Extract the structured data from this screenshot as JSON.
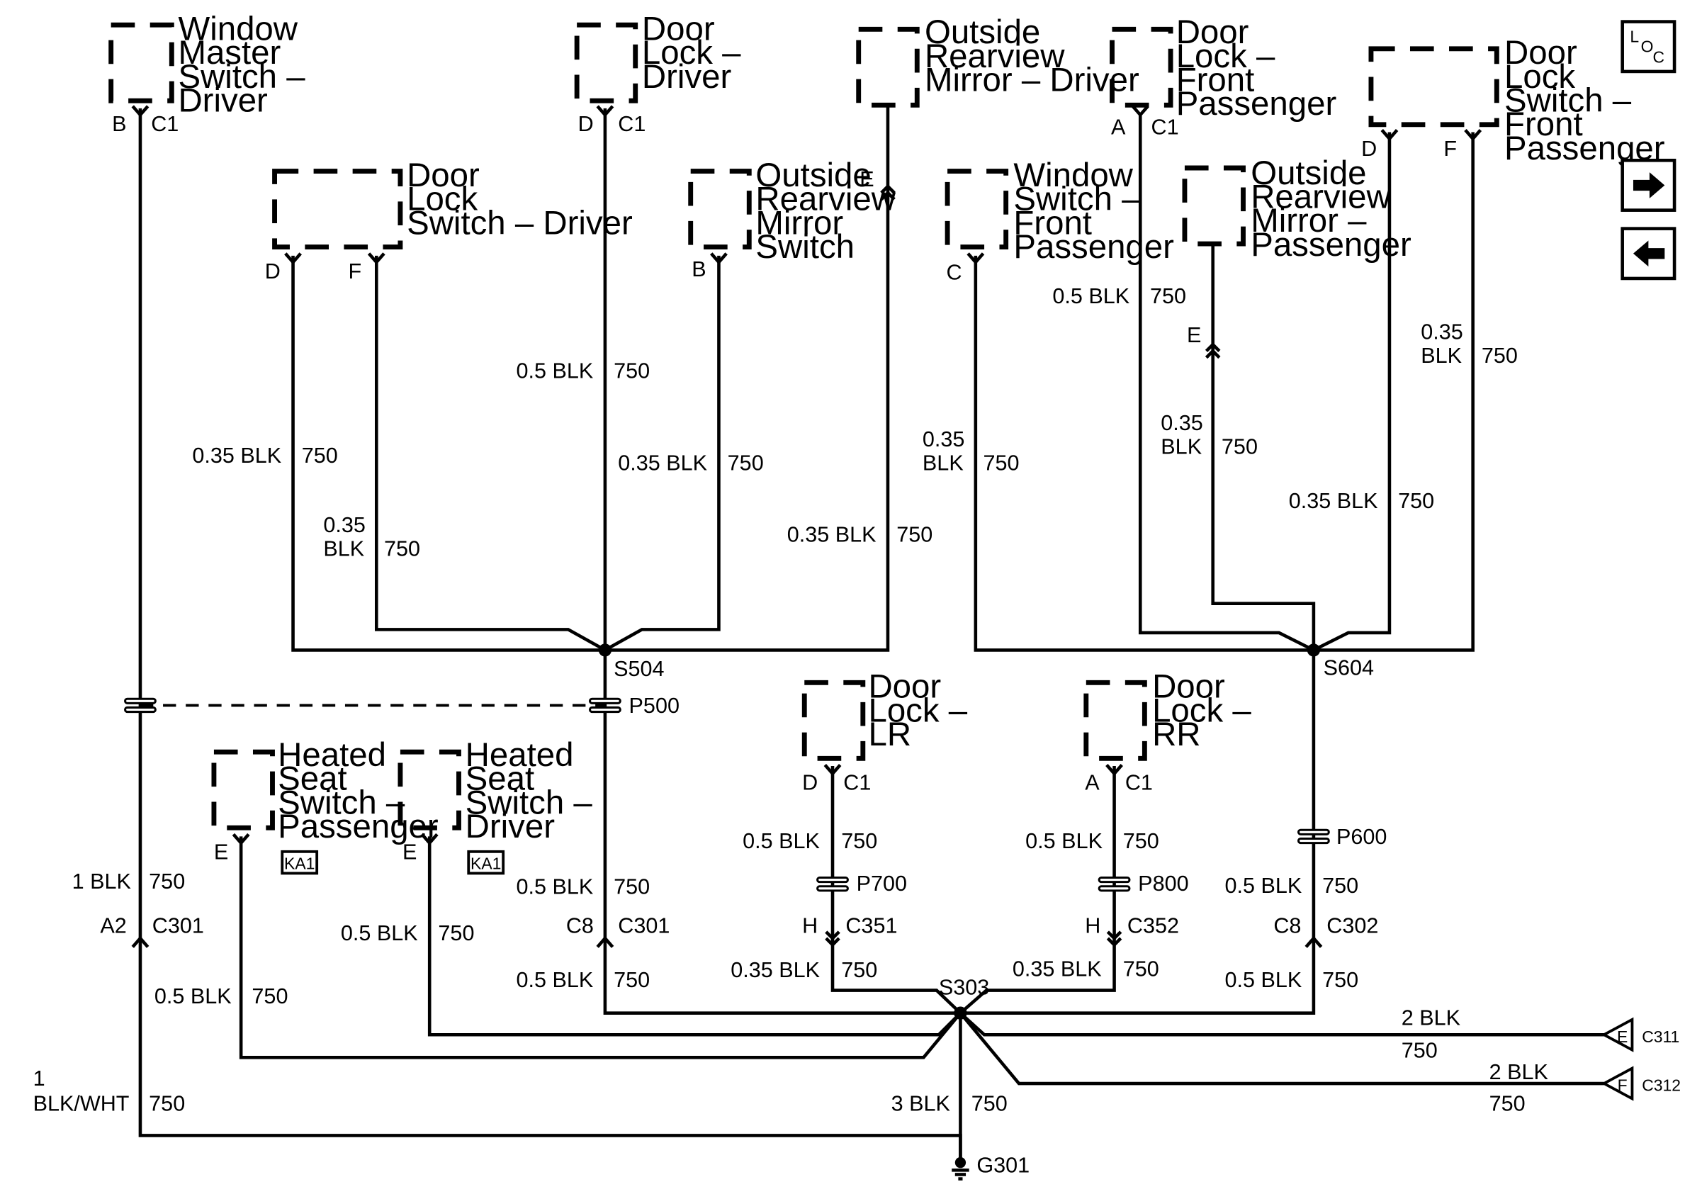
{
  "components": {
    "window_master_switch": "Window Master Switch – Driver",
    "door_lock_driver": "Door Lock – Driver",
    "outside_mirror_driver": "Outside Rearview Mirror – Driver",
    "door_lock_front_passenger": "Door Lock – Front Passenger",
    "door_lock_switch_front_passenger": "Door Lock Switch – Front Passenger",
    "door_lock_switch_driver": "Door Lock Switch – Driver",
    "outside_mirror_switch": "Outside Rearview Mirror Switch",
    "window_switch_front_passenger": "Window Switch – Front Passenger",
    "outside_mirror_passenger": "Outside Rearview Mirror – Passenger",
    "door_lock_lr": "Door Lock – LR",
    "door_lock_rr": "Door Lock – RR",
    "heated_seat_switch_passenger": "Heated Seat Switch – Passenger",
    "heated_seat_switch_driver": "Heated Seat Switch – Driver"
  },
  "badges": {
    "ka1": "KA1"
  },
  "splices": {
    "s504": "S504",
    "s604": "S604",
    "s303": "S303"
  },
  "inline_connectors": {
    "p500": "P500",
    "p600": "P600",
    "p700": "P700",
    "p800": "P800"
  },
  "connectors": {
    "c1": "C1",
    "c301": "C301",
    "c302": "C302",
    "c351": "C351",
    "c352": "C352",
    "c311": "C311",
    "c312": "C312"
  },
  "pins": {
    "a": "A",
    "a2": "A2",
    "b": "B",
    "c": "C",
    "c8": "C8",
    "d": "D",
    "e": "E",
    "f": "F",
    "h": "H"
  },
  "ground": {
    "g301": "G301"
  },
  "wire": {
    "circuit": "750",
    "w035": "0.35",
    "blk": "BLK",
    "w035_blk": "0.35 BLK",
    "w05_blk": "0.5 BLK",
    "w1_blk": "1 BLK",
    "w2_blk": "2 BLK",
    "w3_blk": "3 BLK",
    "w1": "1",
    "blk_wht": "BLK/WHT"
  },
  "nav": {
    "loc_l": "L",
    "loc_o": "O",
    "loc_c": "C",
    "next_icon": "arrow-right",
    "prev_icon": "arrow-left"
  }
}
